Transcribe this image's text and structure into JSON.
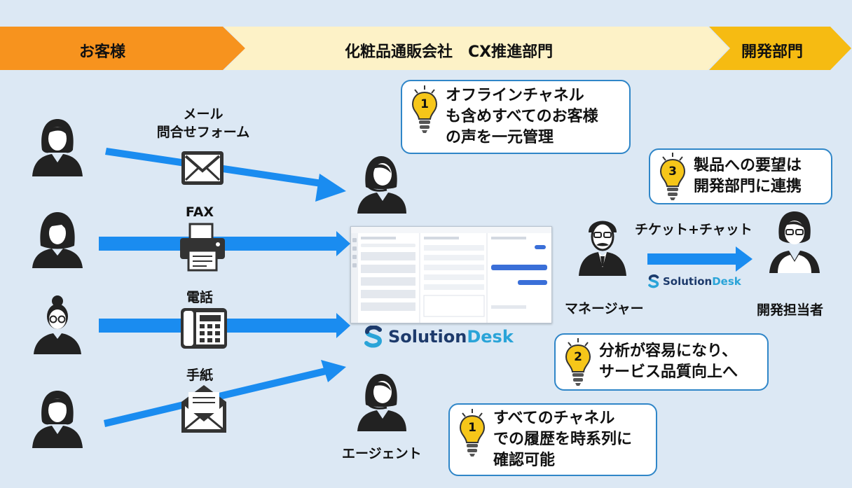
{
  "header": {
    "customer": "お客様",
    "company": "化粧品通販会社　CX推進部門",
    "dev": "開発部門"
  },
  "channels": [
    {
      "line1": "メール",
      "line2": "問合せフォーム",
      "icon": "envelope-icon"
    },
    {
      "line1": "FAX",
      "line2": "",
      "icon": "fax-icon"
    },
    {
      "line1": "電話",
      "line2": "",
      "icon": "phone-icon"
    },
    {
      "line1": "手紙",
      "line2": "",
      "icon": "letter-icon"
    }
  ],
  "roles": {
    "agent": "エージェント",
    "manager": "マネージャー",
    "developer": "開発担当者"
  },
  "handoff_label": "チケット+チャット",
  "brand": {
    "part1": "Solution",
    "part2": "Desk"
  },
  "callouts": [
    {
      "num": "1",
      "lines": [
        "オフラインチャネル",
        "も含めすべてのお客様",
        "の声を一元管理"
      ]
    },
    {
      "num": "3",
      "lines": [
        "製品への要望は",
        "開発部門に連携"
      ]
    },
    {
      "num": "2",
      "lines": [
        "分析が容易になり、",
        "サービス品質向上へ"
      ]
    },
    {
      "num": "1",
      "lines": [
        "すべてのチャネル",
        "での履歴を時系列に",
        "確認可能"
      ]
    }
  ],
  "colors": {
    "orange": "#f7931e",
    "cream": "#fdf2c7",
    "gold": "#f6bb12",
    "arrow": "#1a8cf0",
    "callout_border": "#2f86c8",
    "bulb": "#f6c619"
  }
}
